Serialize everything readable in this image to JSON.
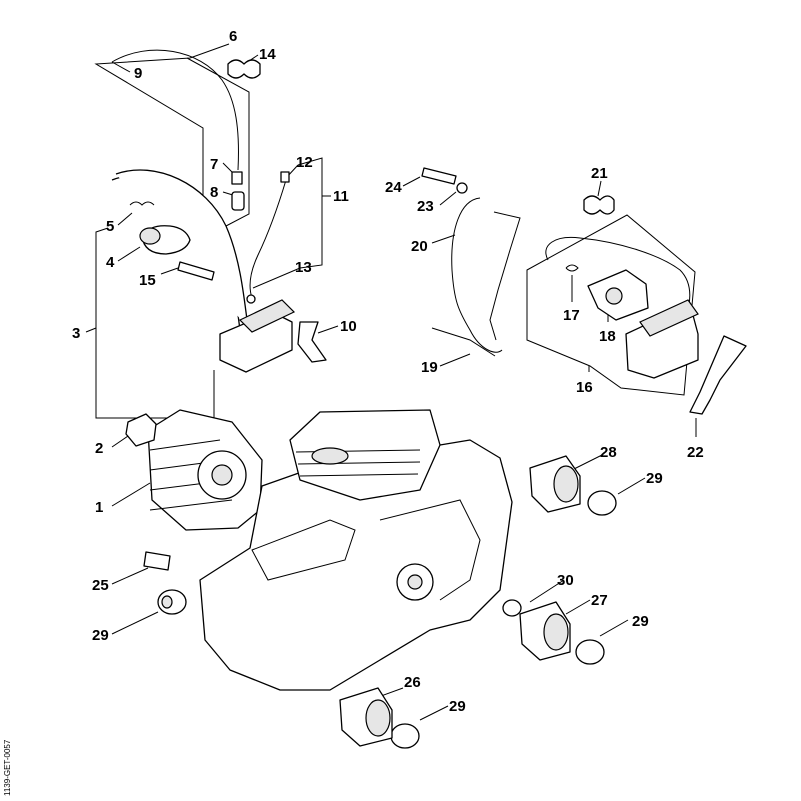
{
  "diagram": {
    "ref_code": "1139-GET-0057",
    "callouts": [
      {
        "id": "c1",
        "label": "1"
      },
      {
        "id": "c2",
        "label": "2"
      },
      {
        "id": "c3",
        "label": "3"
      },
      {
        "id": "c4",
        "label": "4"
      },
      {
        "id": "c5",
        "label": "5"
      },
      {
        "id": "c6",
        "label": "6"
      },
      {
        "id": "c7",
        "label": "7"
      },
      {
        "id": "c8",
        "label": "8"
      },
      {
        "id": "c9",
        "label": "9"
      },
      {
        "id": "c10",
        "label": "10"
      },
      {
        "id": "c11",
        "label": "11"
      },
      {
        "id": "c12",
        "label": "12"
      },
      {
        "id": "c13",
        "label": "13"
      },
      {
        "id": "c14",
        "label": "14"
      },
      {
        "id": "c15",
        "label": "15"
      },
      {
        "id": "c16",
        "label": "16"
      },
      {
        "id": "c17",
        "label": "17"
      },
      {
        "id": "c18",
        "label": "18"
      },
      {
        "id": "c19",
        "label": "19"
      },
      {
        "id": "c20",
        "label": "20"
      },
      {
        "id": "c21",
        "label": "21"
      },
      {
        "id": "c22",
        "label": "22"
      },
      {
        "id": "c23",
        "label": "23"
      },
      {
        "id": "c24",
        "label": "24"
      },
      {
        "id": "c25",
        "label": "25"
      },
      {
        "id": "c26",
        "label": "26"
      },
      {
        "id": "c27",
        "label": "27"
      },
      {
        "id": "c28",
        "label": "28"
      },
      {
        "id": "c29a",
        "label": "29"
      },
      {
        "id": "c29b",
        "label": "29"
      },
      {
        "id": "c29c",
        "label": "29"
      },
      {
        "id": "c29d",
        "label": "29"
      },
      {
        "id": "c30",
        "label": "30"
      }
    ]
  }
}
